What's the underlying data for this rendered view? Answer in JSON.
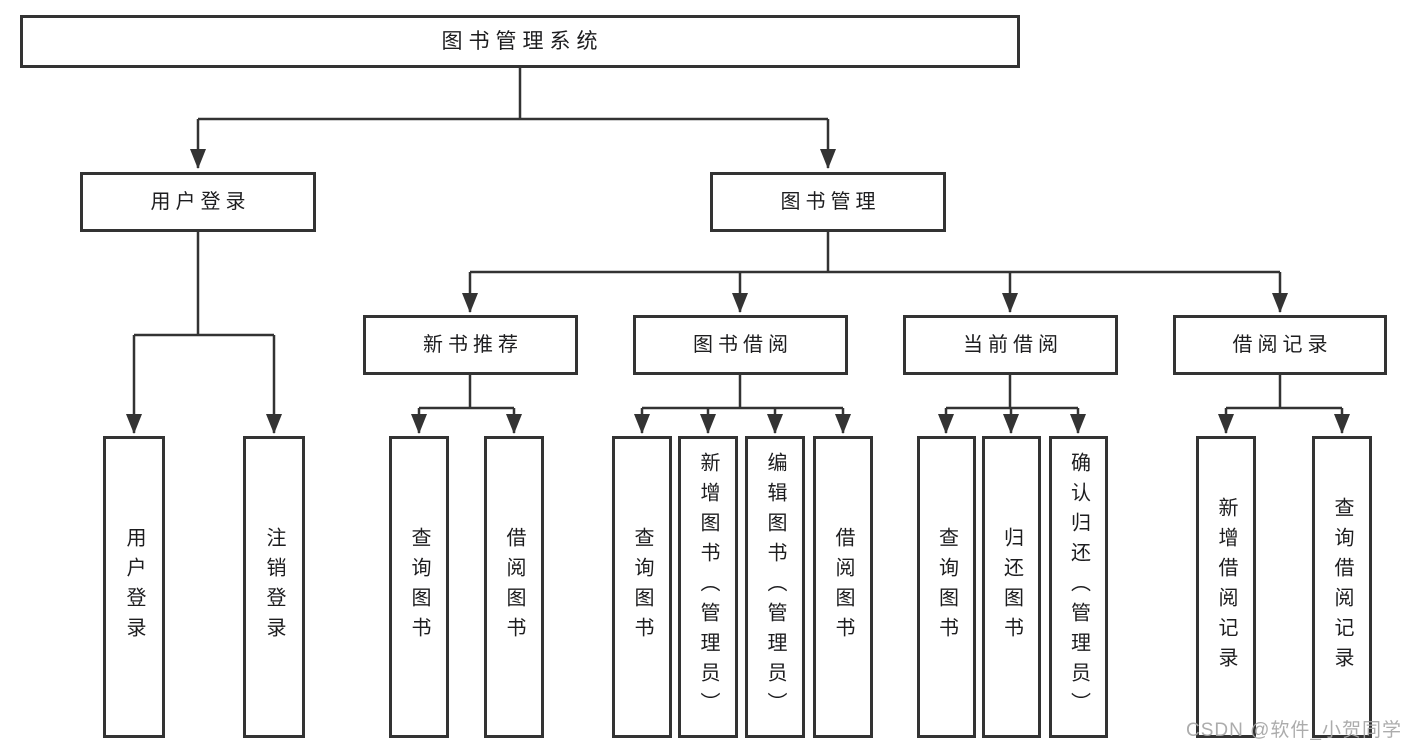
{
  "diagram": {
    "root": {
      "label": "图书管理系统"
    },
    "level2": [
      {
        "label": "用户登录",
        "children": [
          {
            "label": "用户登录"
          },
          {
            "label": "注销登录"
          }
        ]
      },
      {
        "label": "图书管理",
        "children": [
          {
            "label": "新书推荐",
            "children": [
              {
                "label": "查询图书"
              },
              {
                "label": "借阅图书"
              }
            ]
          },
          {
            "label": "图书借阅",
            "children": [
              {
                "label": "查询图书"
              },
              {
                "label": "新增图书（管理员）"
              },
              {
                "label": "编辑图书（管理员）"
              },
              {
                "label": "借阅图书"
              }
            ]
          },
          {
            "label": "当前借阅",
            "children": [
              {
                "label": "查询图书"
              },
              {
                "label": "归还图书"
              },
              {
                "label": "确认归还（管理员）"
              }
            ]
          },
          {
            "label": "借阅记录",
            "children": [
              {
                "label": "新增借阅记录"
              },
              {
                "label": "查询借阅记录"
              }
            ]
          }
        ]
      }
    ]
  },
  "colors": {
    "line": "#333333",
    "text": "#1d1d1f",
    "watermark": "#a6a6a6"
  },
  "watermark": {
    "text": "CSDN @软件_小贺同学"
  }
}
